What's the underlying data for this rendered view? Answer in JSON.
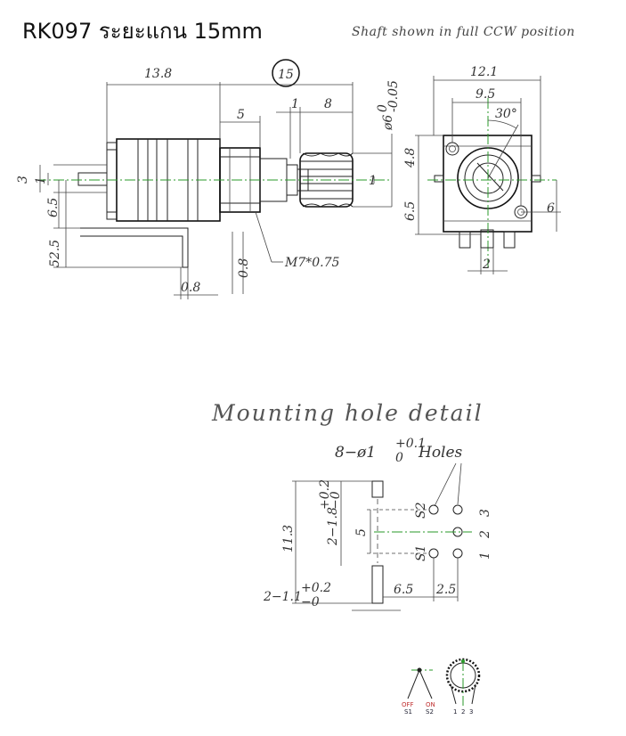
{
  "header": {
    "title": "RK097 ระยะแกน 15mm",
    "caption": "Shaft shown in full CCW position"
  },
  "side_view": {
    "dim_body": "13.8",
    "dim_shaft_total": "15",
    "dim_bushing": "5",
    "dim_gap": "1",
    "dim_knurl": "8",
    "dim_shaft_dia": "ø6",
    "dim_shaft_tol_upper": "0",
    "dim_shaft_tol_lower": "-0.05",
    "dim_left_3": "3",
    "dim_left_1": "1",
    "dim_left_6_5": "6.5",
    "dim_left_52_5": "52.5",
    "dim_shaft_1": "1",
    "dim_thread": "M7*0.75",
    "dim_0_8_vert": "0.8",
    "dim_0_8_horiz": "0.8"
  },
  "front_view": {
    "dim_width": "12.1",
    "dim_inner": "9.5",
    "dim_angle": "30°",
    "dim_4_8": "4.8",
    "dim_6_5": "6.5",
    "dim_6": "6",
    "dim_2": "2"
  },
  "mounting": {
    "title": "Mounting hole detail",
    "holes_prefix": "8−ø1",
    "holes_tol_upper": "+0.1",
    "holes_tol_lower": "0",
    "holes_suffix": "Holes",
    "dim_11_3": "11.3",
    "dim_slot_prefix": "2−1.8",
    "dim_slot_tol_upper": "+0.2",
    "dim_slot_tol_lower": "−0",
    "dim_5": "5",
    "dim_width_prefix": "2−1.1",
    "dim_width_tol_upper": "+0.2",
    "dim_width_tol_lower": "−0",
    "dim_6_5": "6.5",
    "dim_2_5": "2.5",
    "label_s2": "S2",
    "label_s1": "S1",
    "pin_3": "3",
    "pin_2": "2",
    "pin_1": "1"
  },
  "schematic": {
    "off_label": "OFF",
    "on_label": "ON",
    "s1_label": "S1",
    "s2_label": "S2",
    "pin_1": "1",
    "pin_2": "2",
    "pin_3": "3"
  }
}
